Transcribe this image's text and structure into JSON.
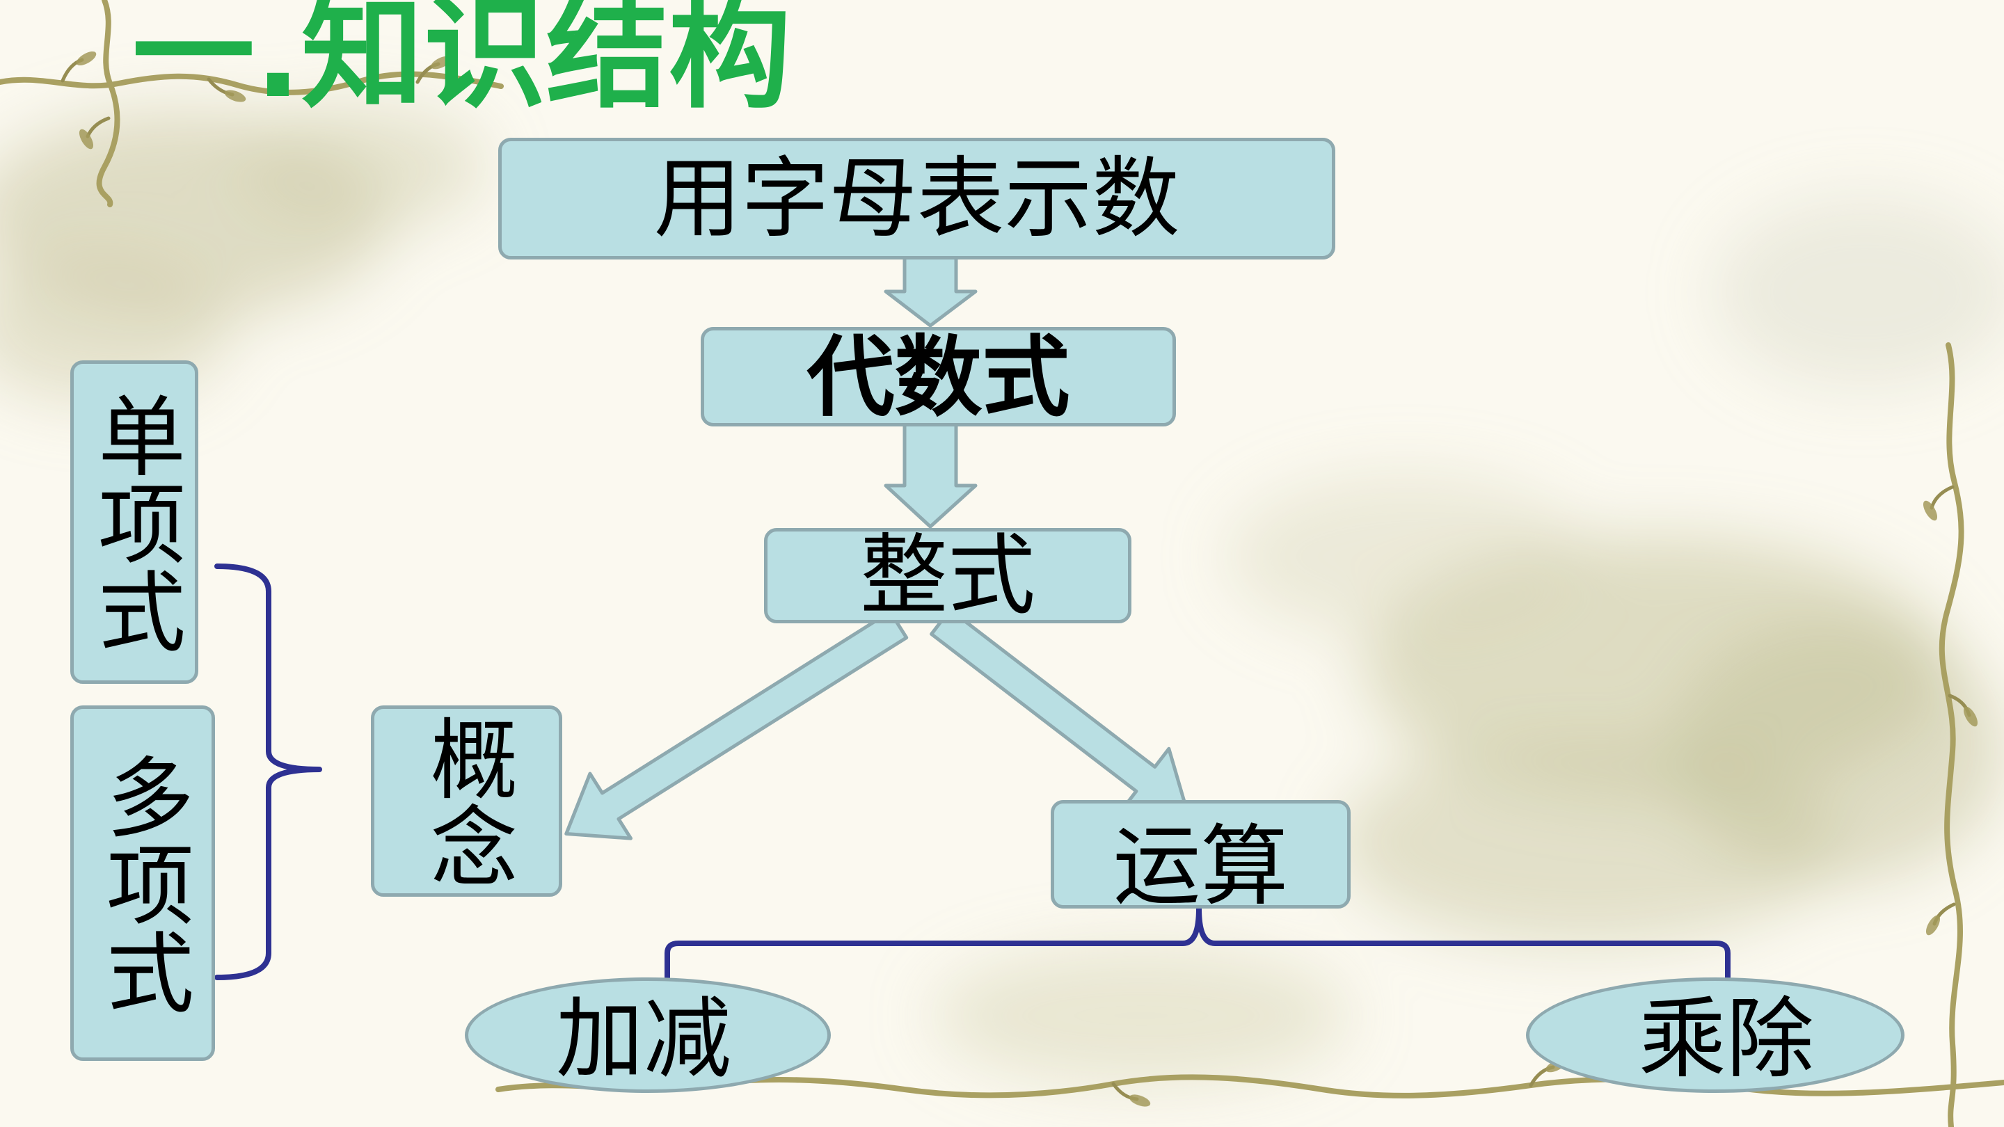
{
  "title": "一.知识结构",
  "nodes": {
    "root": "用字母表示数",
    "algebraic_expression": "代数式",
    "integral_expression": "整式",
    "concept": "概念",
    "operations": "运算",
    "monomial": "单项式",
    "polynomial": "多项式",
    "addition_subtraction": "加减",
    "multiplication_division": "乘除"
  },
  "colors": {
    "title": "#1fb04b",
    "box_fill": "#b9dfe3",
    "box_border": "#8ea9af",
    "connector": "#2e3192",
    "background": "#fbf9f0",
    "vine": "#a9a062"
  }
}
